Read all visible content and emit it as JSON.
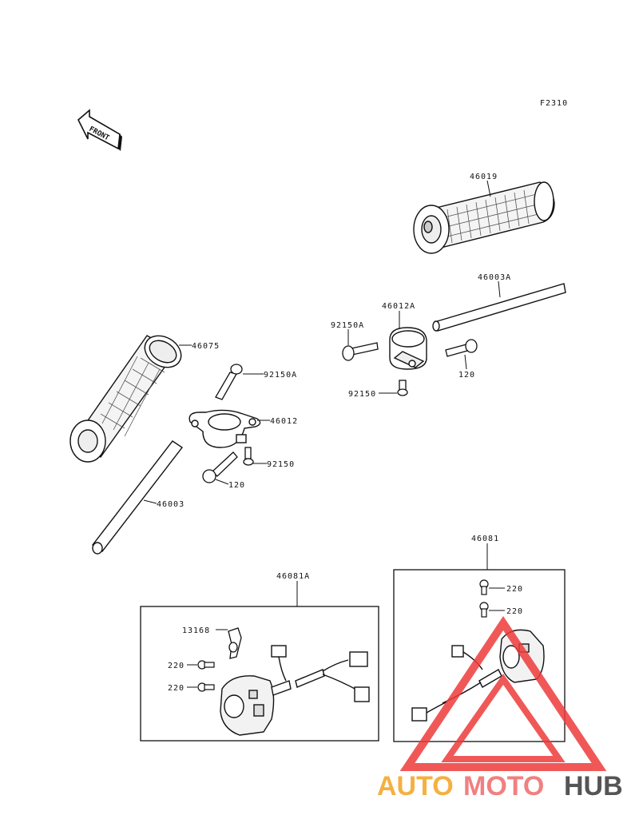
{
  "figure_code": "F2310",
  "front_label": "FRONT",
  "parts": {
    "p46019": "46019",
    "p46003A": "46003A",
    "p46012A": "46012A",
    "p92150A_right": "92150A",
    "p120_right": "120",
    "p92150_right": "92150",
    "p46075": "46075",
    "p92150A_left": "92150A",
    "p46012": "46012",
    "p92150_left": "92150",
    "p120_left": "120",
    "p46003": "46003",
    "p46081A": "46081A",
    "p13168": "13168",
    "p220_l1": "220",
    "p220_l2": "220",
    "p46081": "46081",
    "p220_r1": "220",
    "p220_r2": "220"
  },
  "watermark": {
    "word1": "AUTO",
    "word2": "MOTO",
    "word3": "HUB",
    "color1": "#f5b041",
    "color2": "#f08080",
    "color3": "#555555",
    "triangle_color": "#ee3b3b"
  }
}
